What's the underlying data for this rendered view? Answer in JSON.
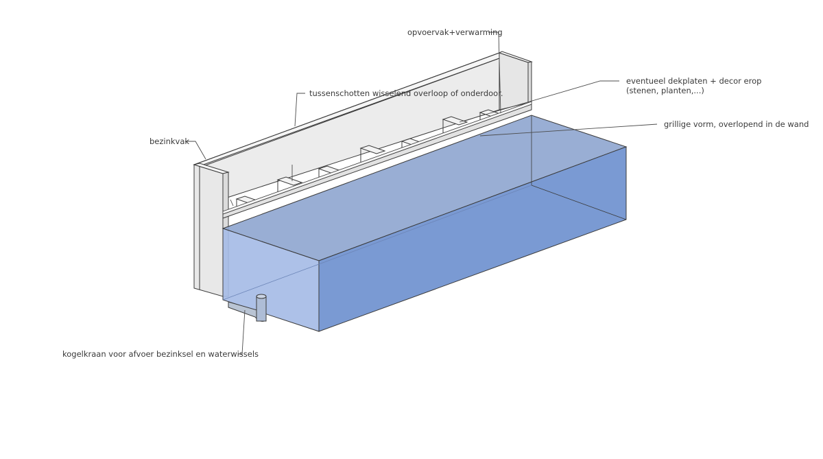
{
  "labels": {
    "heater": "opvoervak+verwarming",
    "cover": "eventueel dekplaten + decor erop (stenen, planten,...)",
    "rugged": "grillige vorm, overlopend in de wand",
    "baffles": "tussenschotten wisselend overloop of onderdoor.",
    "settling": "bezinkvak",
    "valve": "kogelkraan voor afvoer bezinksel en waterwissels"
  },
  "colors": {
    "panel_face": "#ececec",
    "panel_top": "#f7f7f7",
    "water_side": "#7a9ad3",
    "water_front": "#9fb6e2",
    "water_top": "#92a8cf",
    "outline": "#3a3a3a"
  }
}
